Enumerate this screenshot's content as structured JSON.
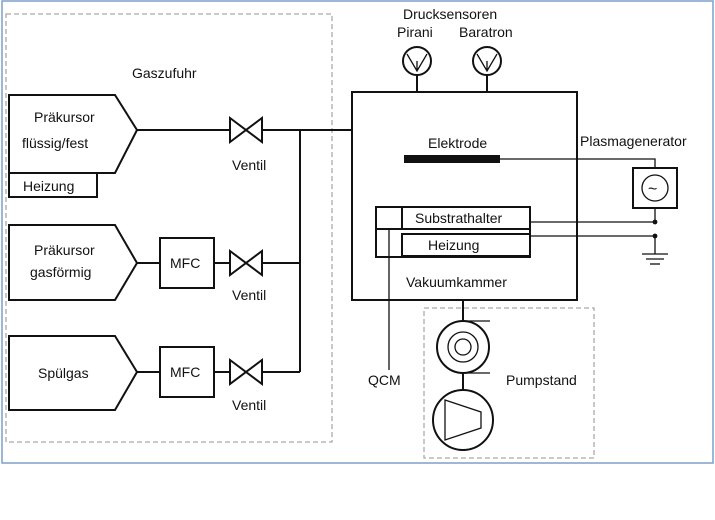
{
  "colors": {
    "border": "#7da0c8",
    "line": "#111111",
    "dashed": "#aaaaaa",
    "background": "#ffffff"
  },
  "labels": {
    "gaszufuhr": "Gaszufuhr",
    "praekursor_fest": [
      "Präkursor",
      "flüssig/fest"
    ],
    "heizung_1": "Heizung",
    "praekursor_gas": [
      "Präkursor",
      "gasförmig"
    ],
    "spuelgas": "Spülgas",
    "mfc": "MFC",
    "ventil": "Ventil",
    "drucksensoren": "Drucksensoren",
    "pirani": "Pirani",
    "baratron": "Baratron",
    "elektrode": "Elektrode",
    "plasmagenerator": "Plasmagenerator",
    "plasma_symbol": "~",
    "substrathalter": "Substrathalter",
    "heizung_2": "Heizung",
    "vakuumkammer": "Vakuumkammer",
    "qcm": "QCM",
    "pumpstand": "Pumpstand"
  }
}
